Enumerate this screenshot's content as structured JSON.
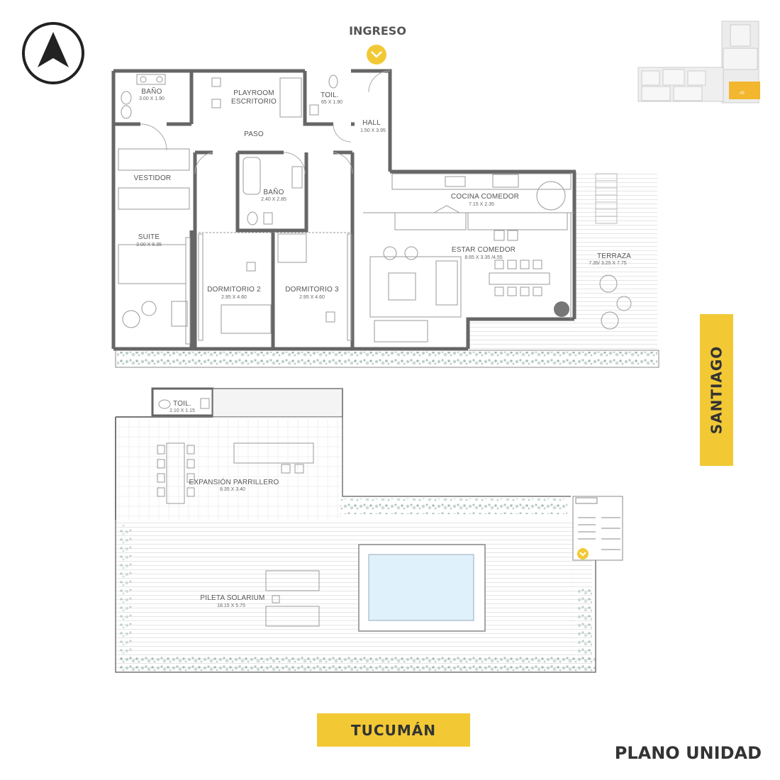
{
  "labels": {
    "entrance": "INGRESO",
    "street_right": "SANTIAGO",
    "street_bottom": "TUCUMÁN",
    "plan_title": "PLANO UNIDAD",
    "building_key_unit": "#5"
  },
  "rooms": [
    {
      "name": "BAÑO",
      "dims": "3.00 X 1.90"
    },
    {
      "name": "PLAYROOM",
      "name2": "ESCRITORIO"
    },
    {
      "name": "TOIL.",
      "dims": "65 X 1.90"
    },
    {
      "name": "HALL",
      "dims": "1.50 X 3.95"
    },
    {
      "name": "PASO"
    },
    {
      "name": "VESTIDOR"
    },
    {
      "name": "BAÑO",
      "dims": "2.40 X 2.85"
    },
    {
      "name": "COCINA COMEDOR",
      "dims": "7.15 X 2.35"
    },
    {
      "name": "ESTAR COMEDOR",
      "dims": "8.65 X 3.35 /4.55"
    },
    {
      "name": "SUITE",
      "dims": "3.00 X 8.35"
    },
    {
      "name": "DORMITORIO 2",
      "dims": "2.95 X 4.60"
    },
    {
      "name": "DORMITORIO 3",
      "dims": "2.95 X 4.60"
    },
    {
      "name": "TERRAZA",
      "dims": "7.35/ 3.25 X 7.75"
    },
    {
      "name": "TOIL.",
      "dims": "2.10 X 1.15"
    },
    {
      "name": "EXPANSIÓN PARRILLERO",
      "dims": "8.35 X 3.40"
    },
    {
      "name": "PILETA SOLARIUM",
      "dims": "18.15 X 5.75"
    }
  ],
  "colors": {
    "accent": "#f2c935",
    "wall": "#666666",
    "pool": "#dff1fb",
    "plants": "#9fb6b0"
  },
  "icons": [
    "north-arrow-icon",
    "entrance-chevron-icon"
  ]
}
